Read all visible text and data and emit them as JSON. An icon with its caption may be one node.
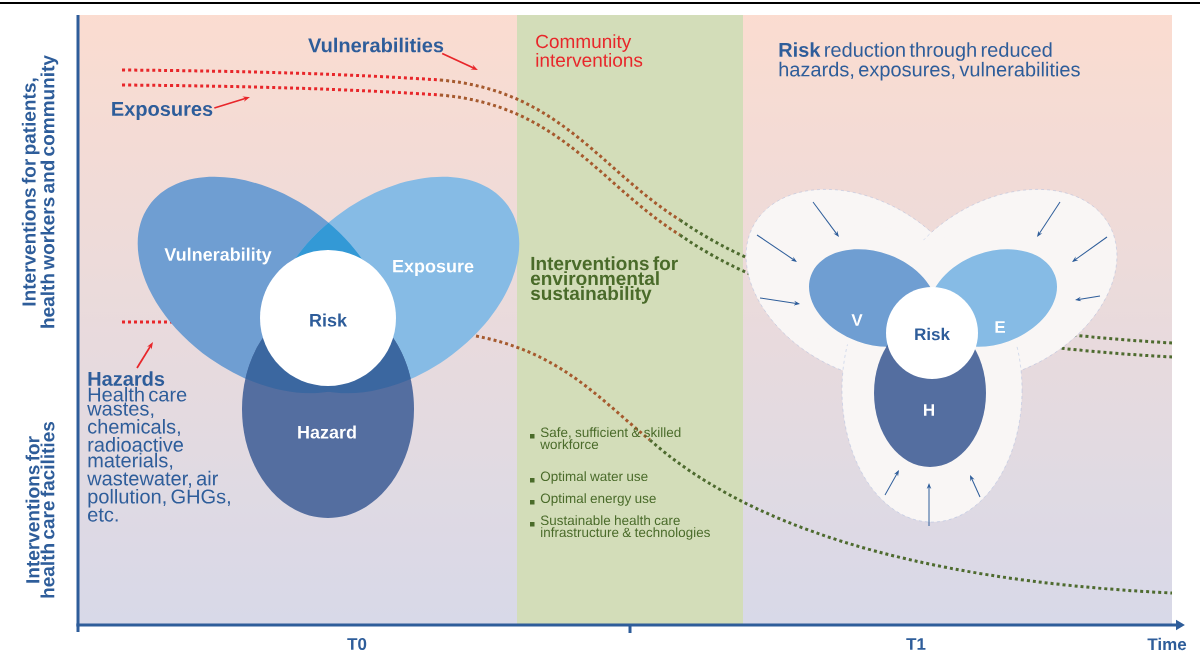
{
  "diagram": {
    "nodes": [
      {
        "text": [
          "Vulnerabilities"
        ]
      },
      {
        "text": [
          "Exposures"
        ]
      },
      {
        "text": [
          "Vulnerability"
        ]
      },
      {
        "text": [
          "Exposure"
        ]
      },
      {
        "text": [
          "Risk"
        ]
      },
      {
        "text": [
          "Hazard"
        ]
      },
      {
        "text": [
          "Hazards",
          "Health care wastes, chemicals, radioactive materials, wastewater, air pollution, GHGs, etc."
        ]
      },
      {
        "text": [
          "V"
        ]
      },
      {
        "text": [
          "E"
        ]
      },
      {
        "text": [
          "Risk"
        ]
      },
      {
        "text": [
          "H"
        ]
      }
    ],
    "edges": [
      {
        "from": 0,
        "to": null,
        "arrow": "to"
      },
      {
        "from": 1,
        "to": null,
        "arrow": "to"
      },
      {
        "from": 6,
        "to": null,
        "arrow": "to"
      }
    ],
    "labels": [
      "Interventions for patients, health workers and community",
      "Interventions for health care facilities",
      "Community interventions",
      "**Risk** reduction through reduced hazards, exposures, vulnerabilities",
      "Interventions for environmental sustainability",
      "Safe, sufficient & skilled workforce",
      "Optimal water use",
      "Optimal energy use",
      "Sustainable health care infrastructure & technologies",
      "T0",
      "T1",
      "Time"
    ]
  }
}
